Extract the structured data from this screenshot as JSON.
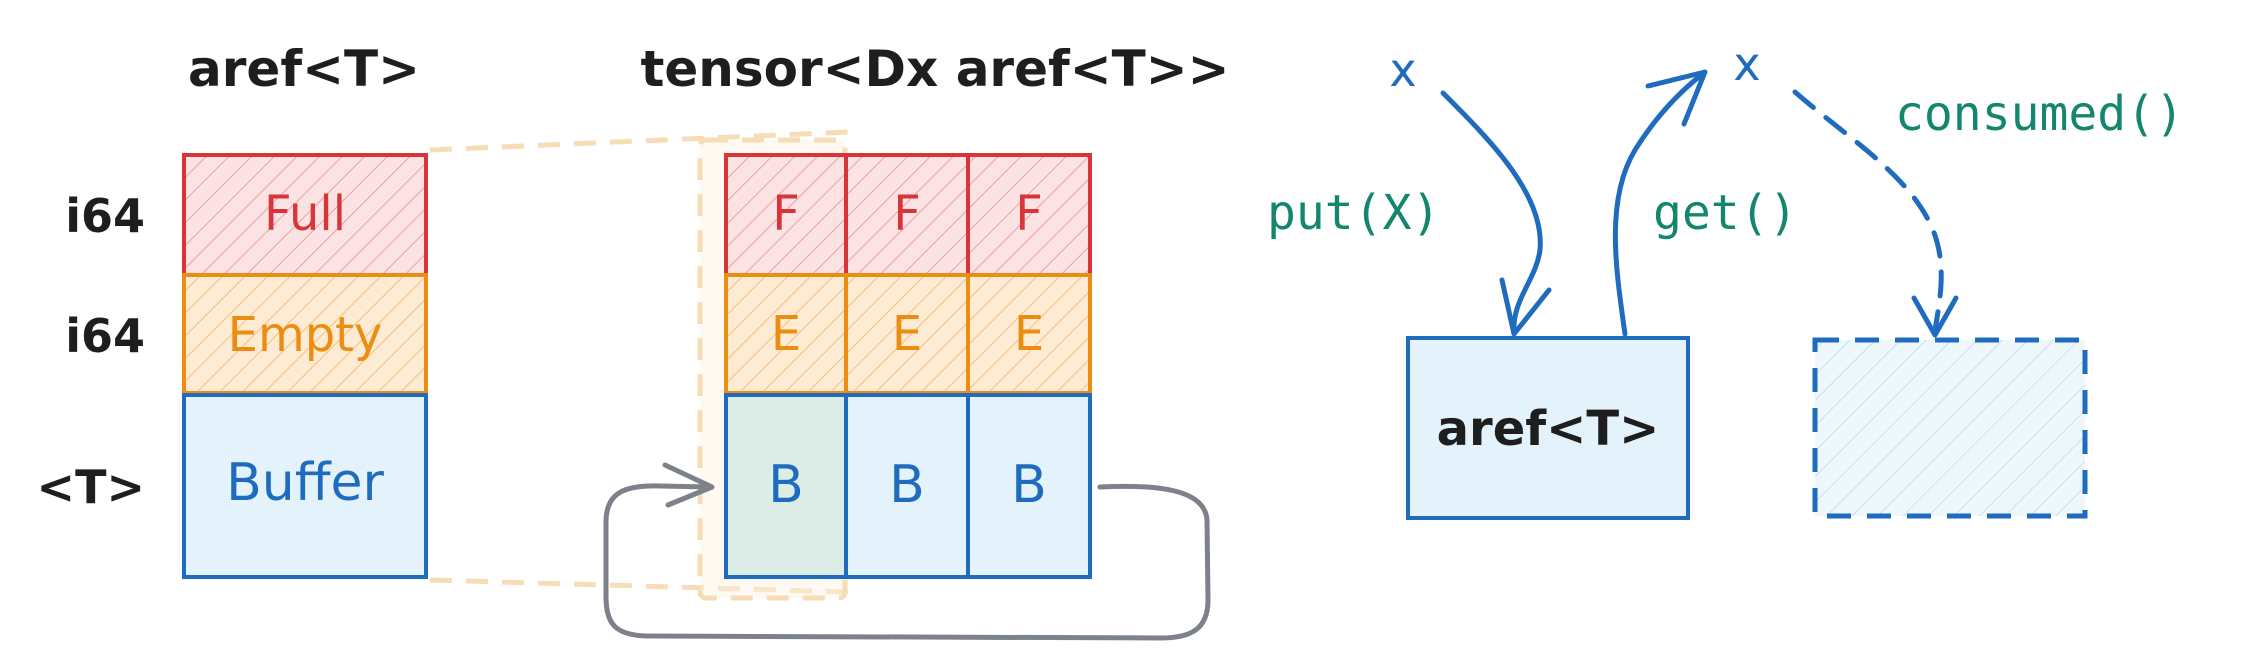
{
  "aref_panel": {
    "title": "aref<T>",
    "row_types": [
      "i64",
      "i64",
      "<T>"
    ],
    "cells": [
      "Full",
      "Empty",
      "Buffer"
    ]
  },
  "tensor_panel": {
    "title": "tensor<Dx aref<T>>",
    "full_letter": "F",
    "empty_letter": "E",
    "buffer_letter": "B"
  },
  "flow_panel": {
    "value_in": "x",
    "value_out": "x",
    "put_label": "put(X)",
    "get_label": "get()",
    "consumed_label": "consumed()",
    "box_label": "aref<T>"
  },
  "colors": {
    "full": "#d9343a",
    "full_fill": "#fbe3e4",
    "empty": "#ec8d12",
    "empty_fill": "#fdebd3",
    "buffer": "#1f6bbd",
    "buffer_fill": "#e3f2fb",
    "api_text": "#14866d",
    "loop_arrow": "#7d8189",
    "highlight": "#f6ddb6",
    "ink": "#1e1e1e"
  }
}
